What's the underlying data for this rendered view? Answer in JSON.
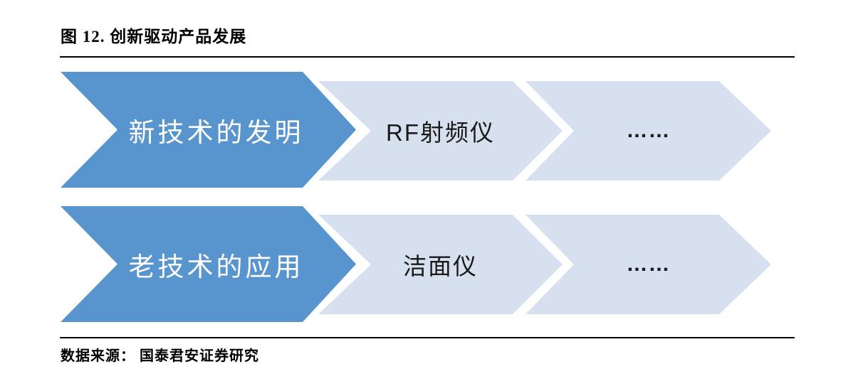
{
  "figure": {
    "title": "图 12. 创新驱动产品发展",
    "source": "数据来源： 国泰君安证券研究"
  },
  "diagram": {
    "type": "process-chevron-flow",
    "rows": [
      {
        "stage": "新技术的发明",
        "example": "RF射频仪",
        "ellipsis": "……"
      },
      {
        "stage": "老技术的应用",
        "example": "洁面仪",
        "ellipsis": "……"
      }
    ]
  },
  "colors": {
    "primary_chevron": "#5894CE",
    "secondary_chevron": "#D6E0EE",
    "stage_text": "#FFFFFF",
    "example_text": "#1A1A1A",
    "rule": "#000000"
  }
}
